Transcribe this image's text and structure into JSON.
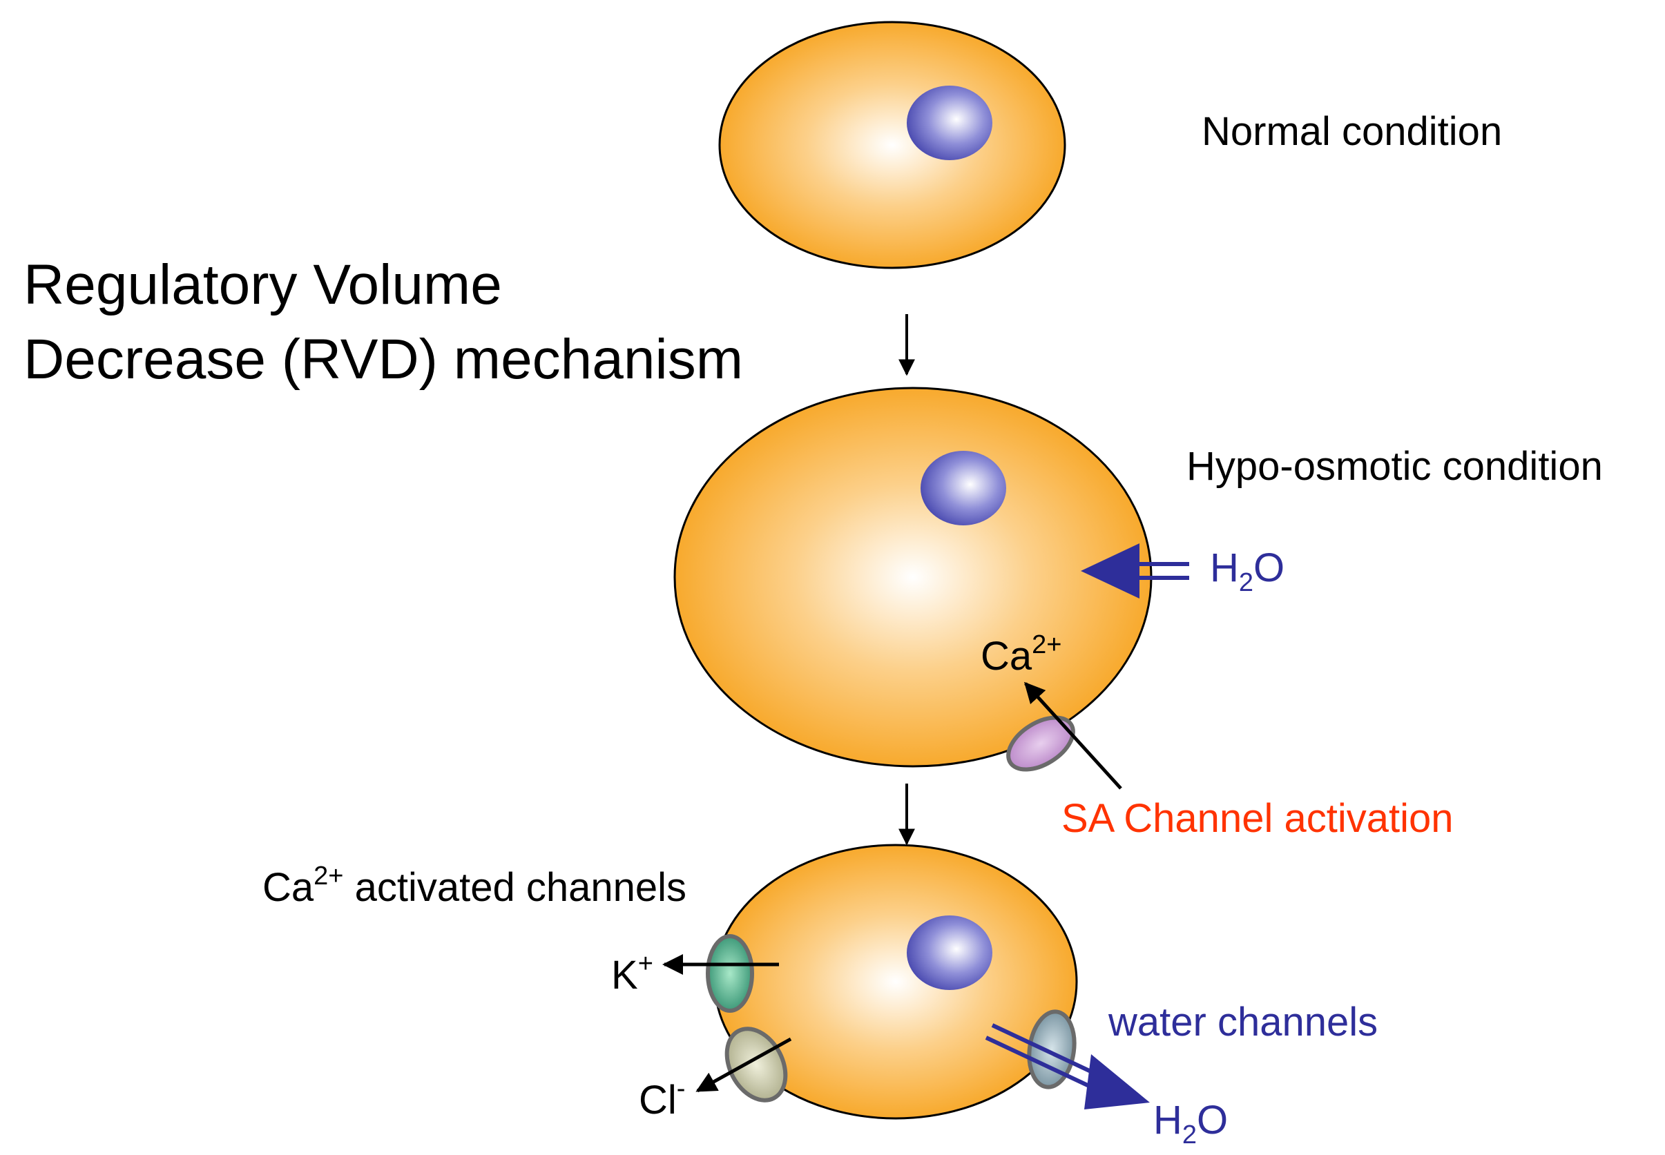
{
  "title": {
    "line1": "Regulatory Volume",
    "line2": "Decrease (RVD) mechanism"
  },
  "stages": {
    "normal": "Normal condition",
    "hypo": "Hypo-osmotic condition"
  },
  "hypo_cell": {
    "water_base": "H",
    "water_sub": "2",
    "water_tail": "O",
    "ca_base": "Ca",
    "ca_sup": "2+",
    "sa_label": "SA Channel activation"
  },
  "rvd_cell": {
    "ca_channels_base": "Ca",
    "ca_channels_sup": "2+",
    "ca_channels_tail": " activated channels",
    "k_base": "K",
    "k_sup": "+",
    "cl_base": "Cl",
    "cl_sup": "-",
    "water_channels": "water channels",
    "water_base": "H",
    "water_sub": "2",
    "water_tail": "O"
  },
  "colors": {
    "cell": "#f7a21b",
    "nucleus": "#5b5bb8",
    "water": "#2e2e9a",
    "sa_text": "#ff3300",
    "outline": "#000000"
  }
}
